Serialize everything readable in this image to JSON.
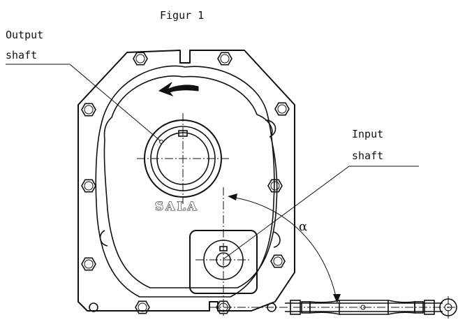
{
  "figure": {
    "title": "Figur 1",
    "labels": {
      "output_line1": "Output",
      "output_line2": "shaft",
      "input_line1": "Input",
      "input_line2": "shaft",
      "brand": "SALA",
      "angle": "α"
    }
  }
}
